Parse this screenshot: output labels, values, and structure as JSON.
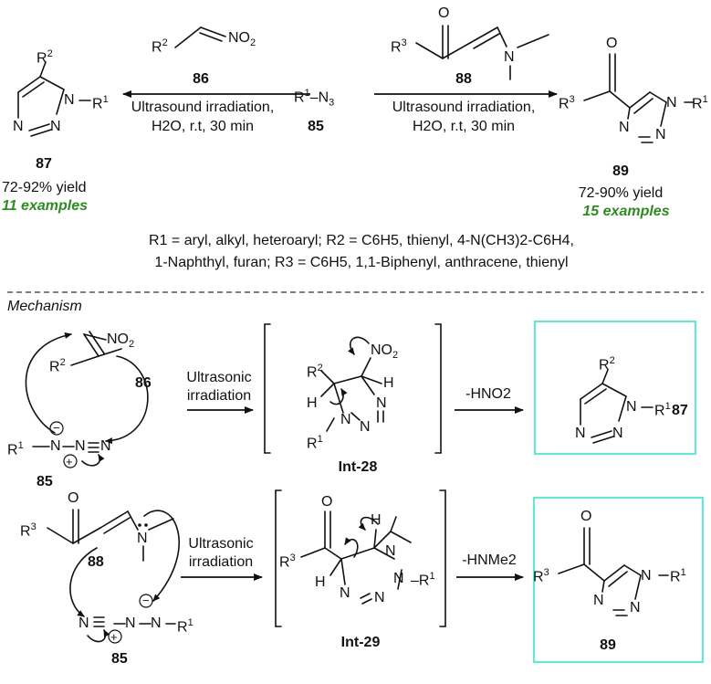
{
  "compounds": {
    "c85": "85",
    "c86": "86",
    "c87": "87",
    "c88": "88",
    "c89": "89",
    "int28": "Int-28",
    "int29": "Int-29"
  },
  "top_left_conditions": [
    "Ultrasound irradiation,",
    "H2O, r.t, 30 min"
  ],
  "top_right_conditions": [
    "Ultrasound irradiation,",
    "H2O, r.t, 30 min"
  ],
  "results": {
    "left_yield": "72-92% yield",
    "left_examples": "11 examples",
    "right_yield": "72-90% yield",
    "right_examples": "15 examples"
  },
  "substituents": [
    "R1 = aryl, alkyl, heteroaryl; R2 = C6H5, thienyl, 4-N(CH3)2-C6H4,",
    "1-Naphthyl, furan; R3 = C6H5, 1,1-Biphenyl, anthracene, thienyl"
  ],
  "mechanism": {
    "heading": "Mechanism",
    "step1_conditions": [
      "Ultrasonic",
      "irradiation"
    ],
    "step1_elimination": "-HNO2",
    "step2_conditions": [
      "Ultrasonic",
      "irradiation"
    ],
    "step2_elimination": "-HNMe2"
  },
  "colors": {
    "box_border": "#66e6d3",
    "examples_text": "#2e8b22"
  }
}
